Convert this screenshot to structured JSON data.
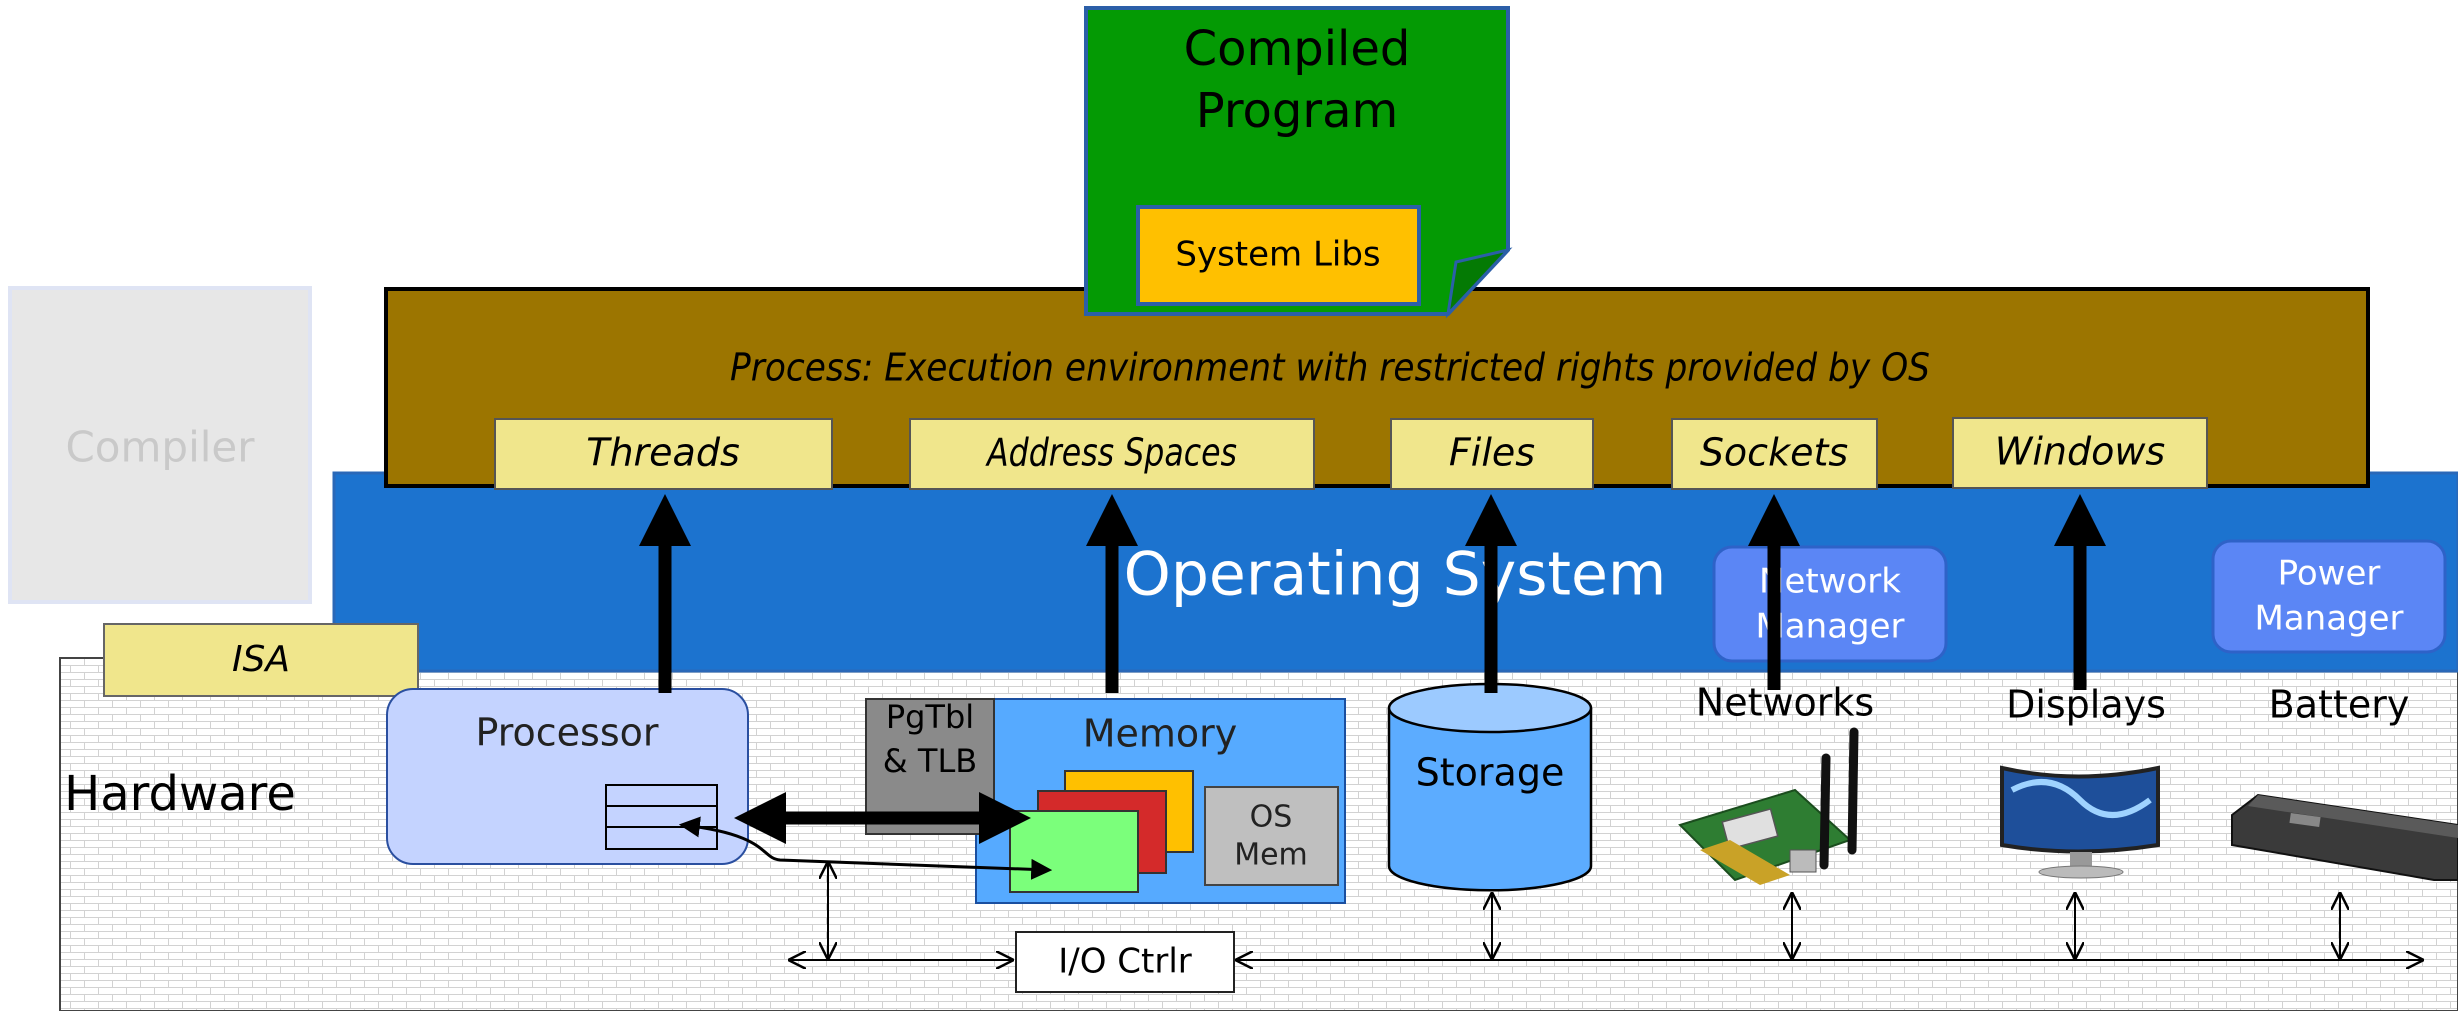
{
  "compiled_program": {
    "title_line1": "Compiled",
    "title_line2": "Program",
    "system_libs": "System Libs"
  },
  "compiler": {
    "label": "Compiler"
  },
  "isa": {
    "label": "ISA"
  },
  "process": {
    "caption": "Process: Execution environment with restricted rights provided by OS",
    "abstractions": [
      {
        "label": "Threads"
      },
      {
        "label": "Address Spaces"
      },
      {
        "label": "Files"
      },
      {
        "label": "Sockets"
      },
      {
        "label": "Windows"
      }
    ]
  },
  "os": {
    "label": "Operating System",
    "network_manager_line1": "Network",
    "network_manager_line2": "Manager",
    "power_manager_line1": "Power",
    "power_manager_line2": "Manager"
  },
  "hardware": {
    "label": "Hardware",
    "processor": "Processor",
    "pgtbl_line1": "PgTbl",
    "pgtbl_line2": "& TLB",
    "memory": "Memory",
    "os_mem_line1": "OS",
    "os_mem_line2": "Mem",
    "storage": "Storage",
    "networks": "Networks",
    "displays": "Displays",
    "battery": "Battery",
    "io_ctrlr": "I/O Ctrlr"
  },
  "colors": {
    "process_band": "#9c7500",
    "os_band": "#1c73cf",
    "compiled_program": "#049a04",
    "system_libs": "#ffc000",
    "tab": "#f0e68c",
    "manager": "#5b86f5",
    "processor": "#c4d3ff",
    "memory": "#56aaff",
    "storage": "#5cacff",
    "pgtbl": "#8a8a8a",
    "os_mem": "#bfbfbf"
  }
}
